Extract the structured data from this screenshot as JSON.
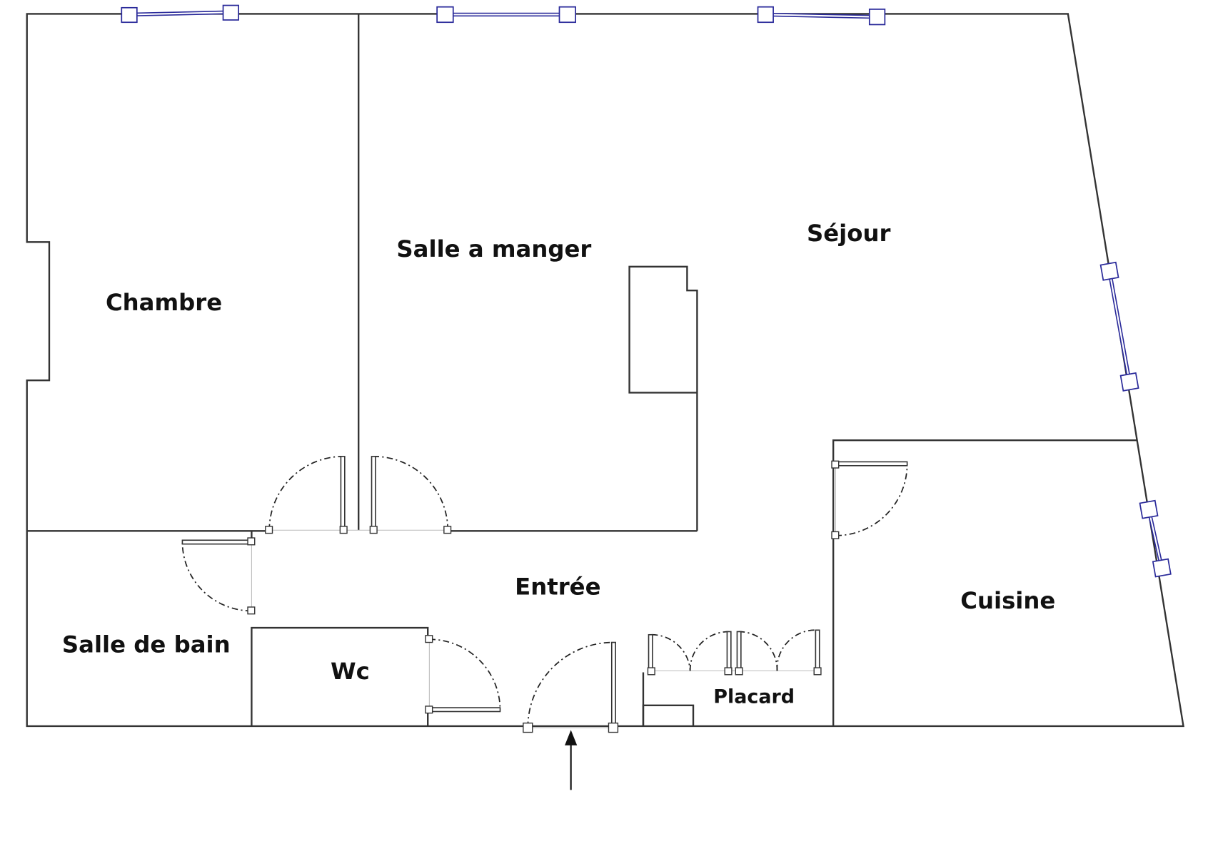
{
  "plan": {
    "rooms": {
      "chambre": "Chambre",
      "salle_a_manger": "Salle a manger",
      "sejour": "Séjour",
      "entree": "Entrée",
      "cuisine": "Cuisine",
      "salle_de_bain": "Salle de bain",
      "wc": "Wc",
      "placard": "Placard"
    },
    "colors": {
      "walls": "#333333",
      "windows": "#2a2a9a"
    }
  }
}
